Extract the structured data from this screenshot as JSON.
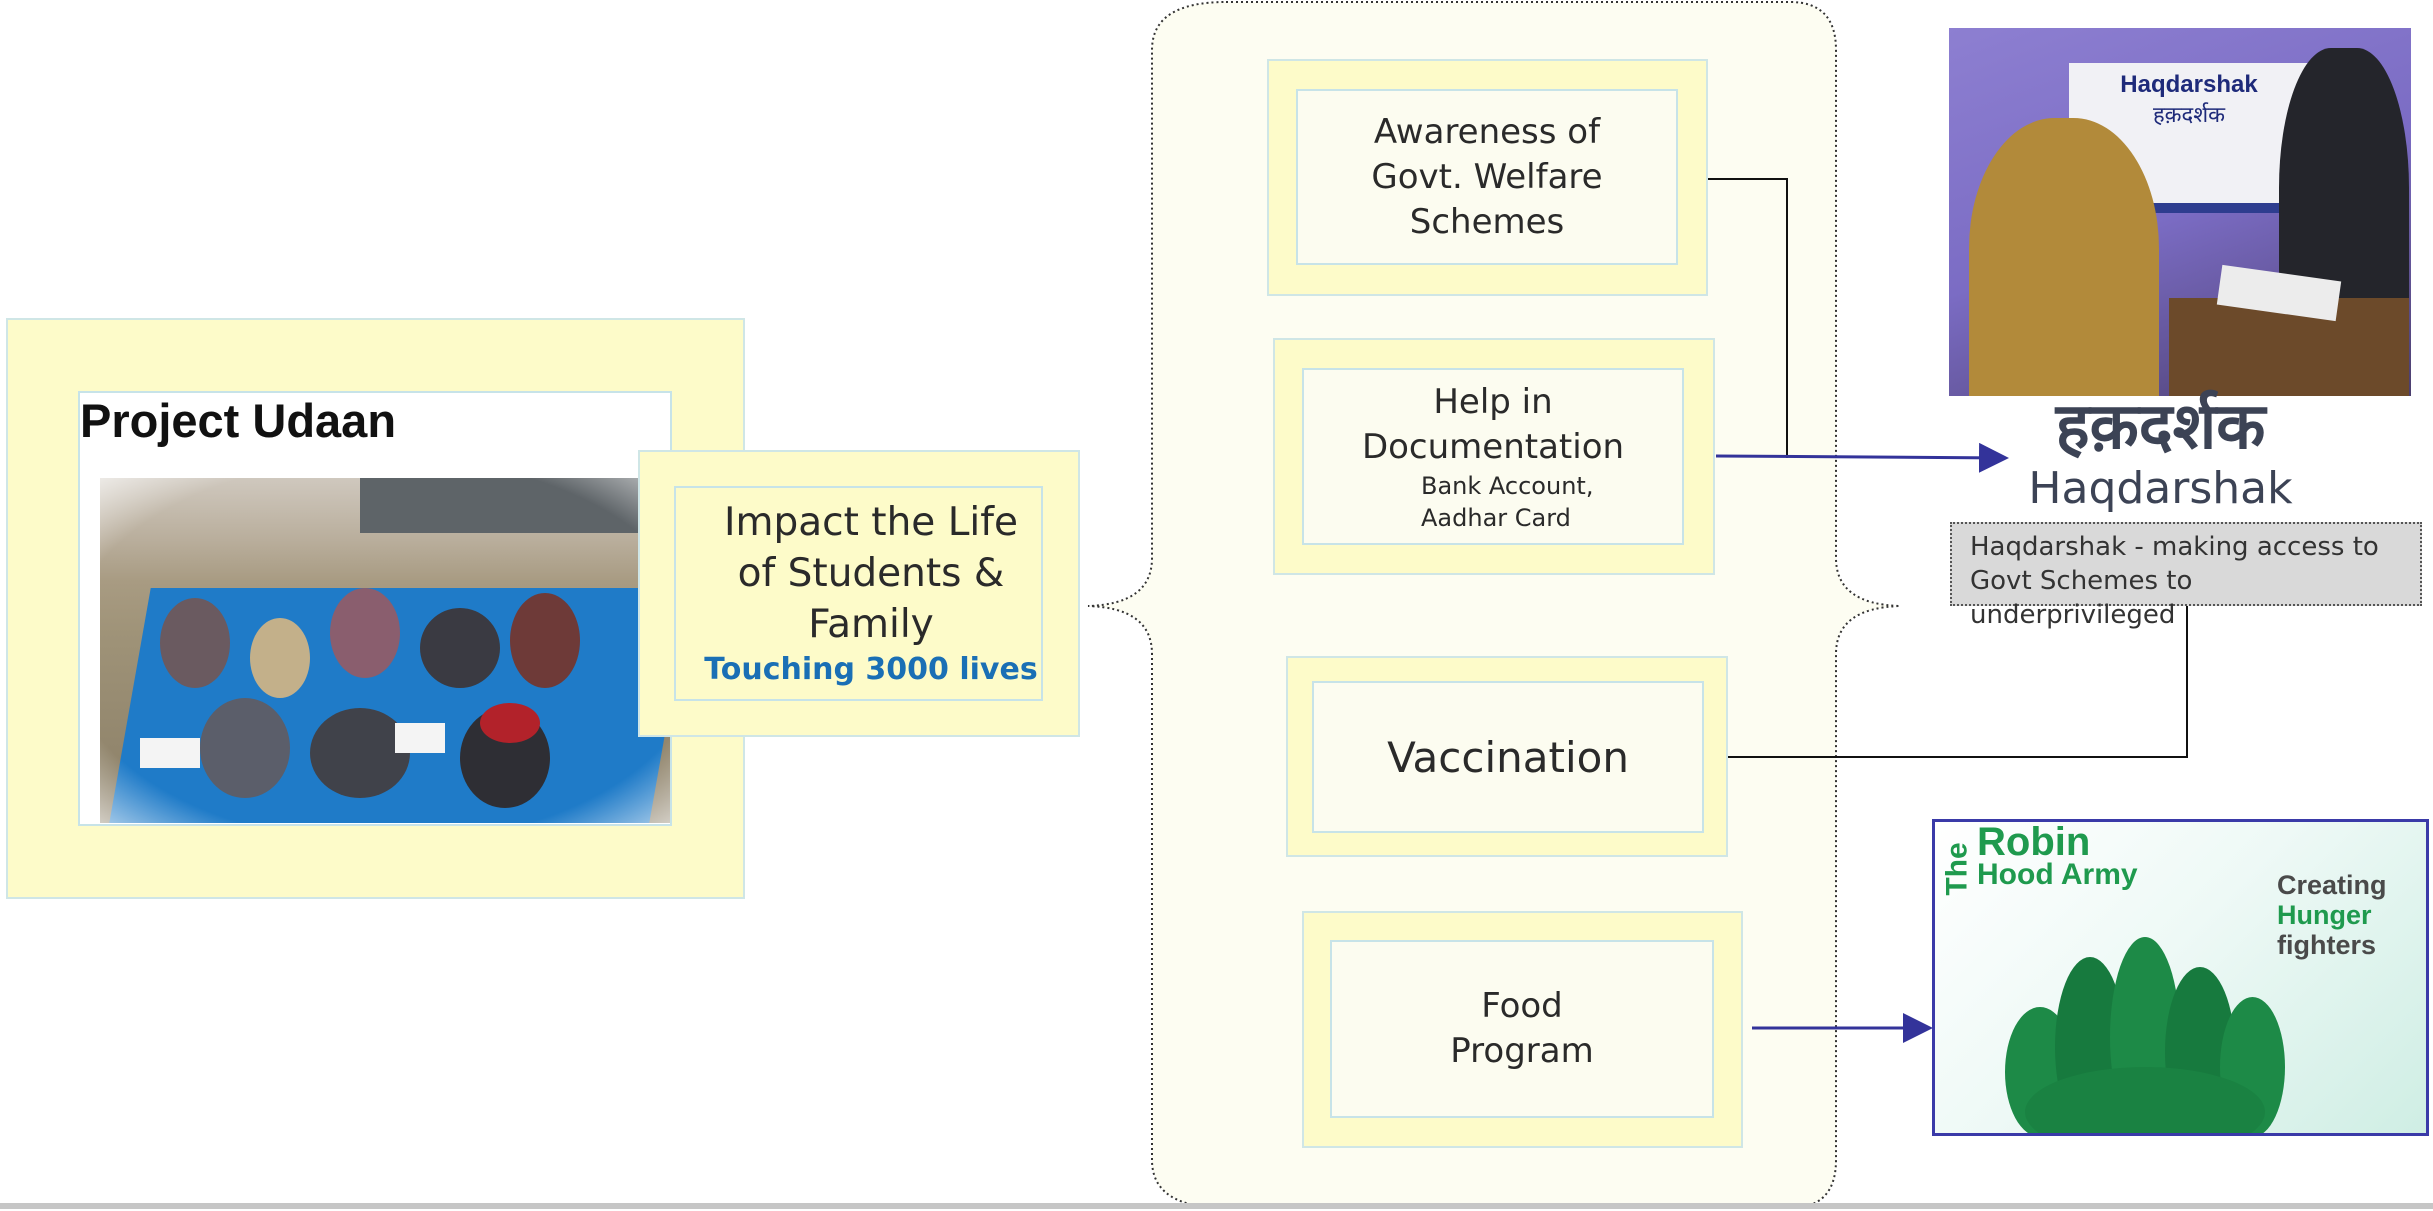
{
  "project": {
    "title": "Project Udaan",
    "impact_line1": "Impact the Life",
    "impact_line2": "of Students &",
    "impact_line3": "Family",
    "impact_sub": "Touching 3000 lives"
  },
  "boxes": {
    "awareness": [
      "Awareness of",
      "Govt. Welfare",
      "Schemes"
    ],
    "documentation": [
      "Help in",
      "Documentation"
    ],
    "documentation_sub": [
      "Bank Account,",
      "Aadhar Card"
    ],
    "vaccination": "Vaccination",
    "food": [
      "Food",
      "Program"
    ]
  },
  "haqdarshak": {
    "banner_en": "Haqdarshak",
    "banner_hi": "हक़दर्शक",
    "logo_hi": "हक़दर्शक",
    "logo_en": "Haqdarshak",
    "caption": [
      "Haqdarshak - making access to",
      "Govt Schemes to underprivileged"
    ]
  },
  "robinhood": {
    "the": "The",
    "name1": "Robin",
    "name2": "Hood Army",
    "tag1": "Creating",
    "tag2": "Hunger",
    "tag3": "fighters"
  },
  "colors": {
    "frame_yellow": "#fdfbc9",
    "frame_border": "#cfe6e6",
    "accent_blue": "#1a6fb5",
    "arrow_navy": "#33339a",
    "rha_green": "#1f9a4e"
  }
}
